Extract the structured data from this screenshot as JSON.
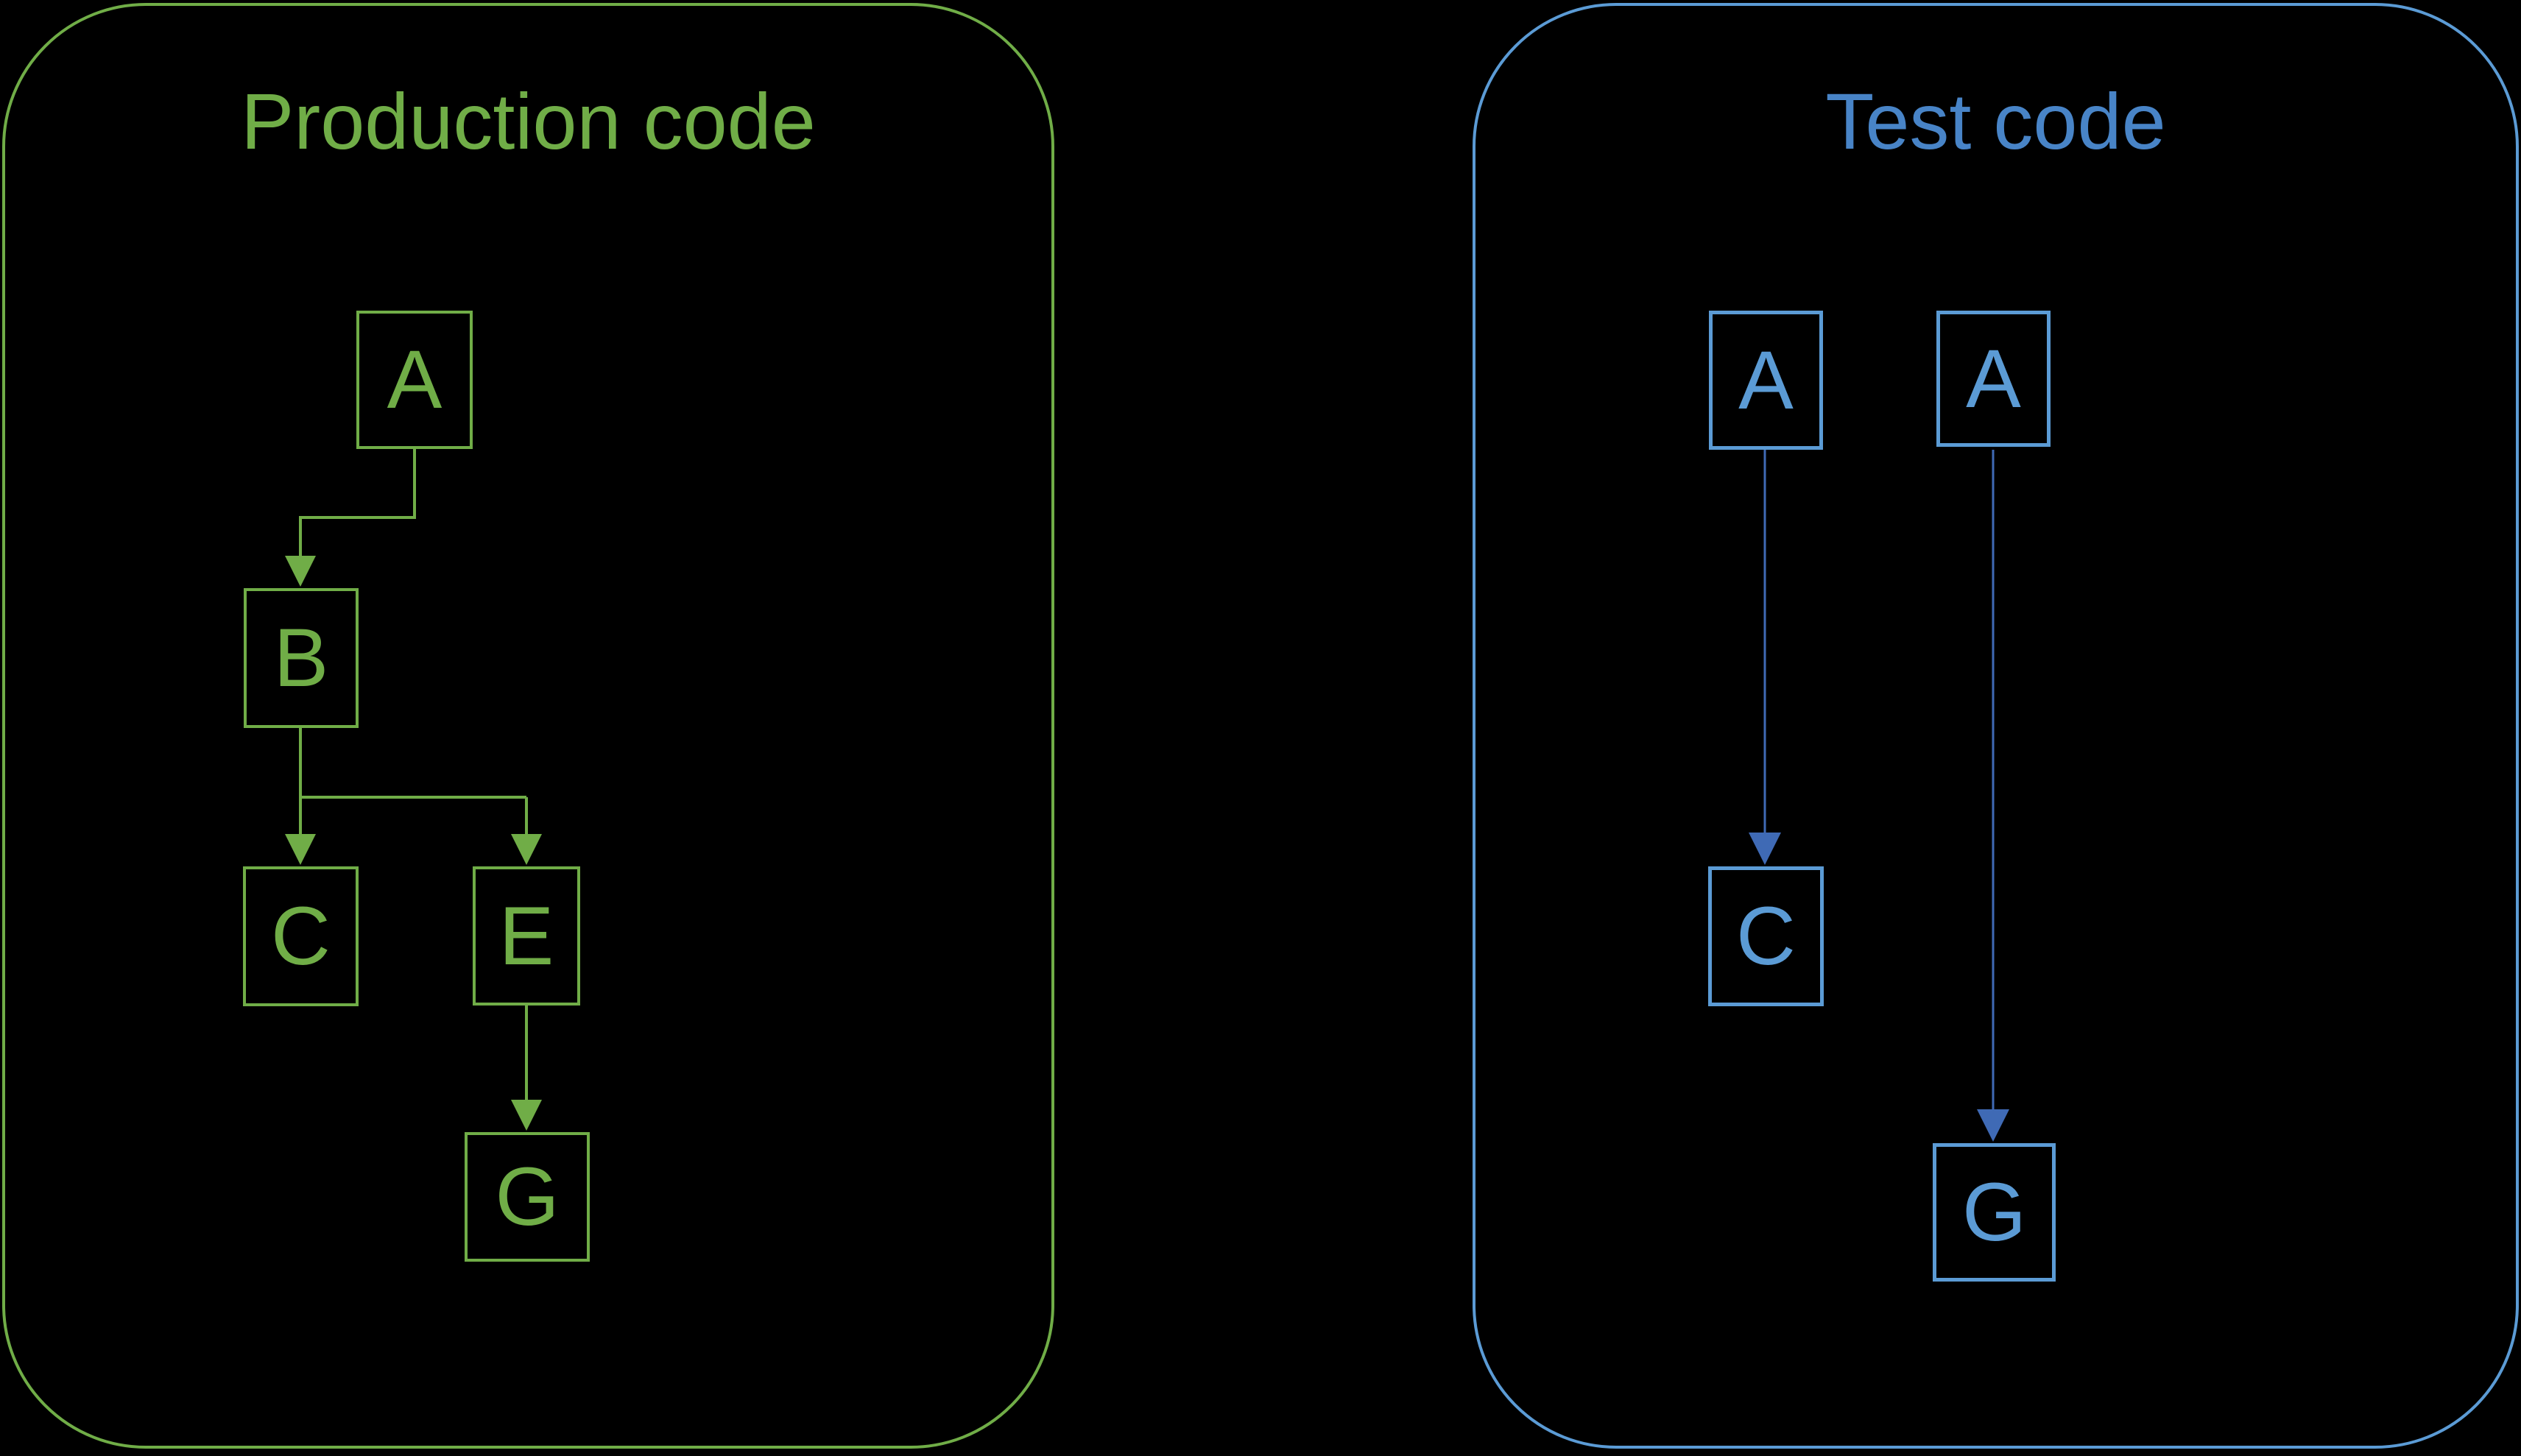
{
  "diagram": {
    "background_color": "#000000",
    "panels": [
      {
        "id": "production",
        "title": "Production code",
        "accent_color": "#70AD47",
        "title_color": "#70AD47",
        "arrow_color": "#70AD47",
        "nodes": [
          {
            "id": "A",
            "label": "A"
          },
          {
            "id": "B",
            "label": "B"
          },
          {
            "id": "C",
            "label": "C"
          },
          {
            "id": "E",
            "label": "E"
          },
          {
            "id": "G",
            "label": "G"
          }
        ],
        "edges": [
          {
            "from": "A",
            "to": "B",
            "style": "elbow"
          },
          {
            "from": "B",
            "to": "C",
            "style": "elbow"
          },
          {
            "from": "B",
            "to": "E",
            "style": "elbow"
          },
          {
            "from": "E",
            "to": "G",
            "style": "straight"
          }
        ]
      },
      {
        "id": "test",
        "title": "Test code",
        "accent_color": "#5B9BD5",
        "title_color": "#4884C7",
        "arrow_color": "#3F6AB5",
        "nodes": [
          {
            "id": "A1",
            "label": "A"
          },
          {
            "id": "A2",
            "label": "A"
          },
          {
            "id": "C",
            "label": "C"
          },
          {
            "id": "G",
            "label": "G"
          }
        ],
        "edges": [
          {
            "from": "A1",
            "to": "C",
            "style": "straight"
          },
          {
            "from": "A2",
            "to": "G",
            "style": "straight"
          }
        ]
      }
    ]
  }
}
